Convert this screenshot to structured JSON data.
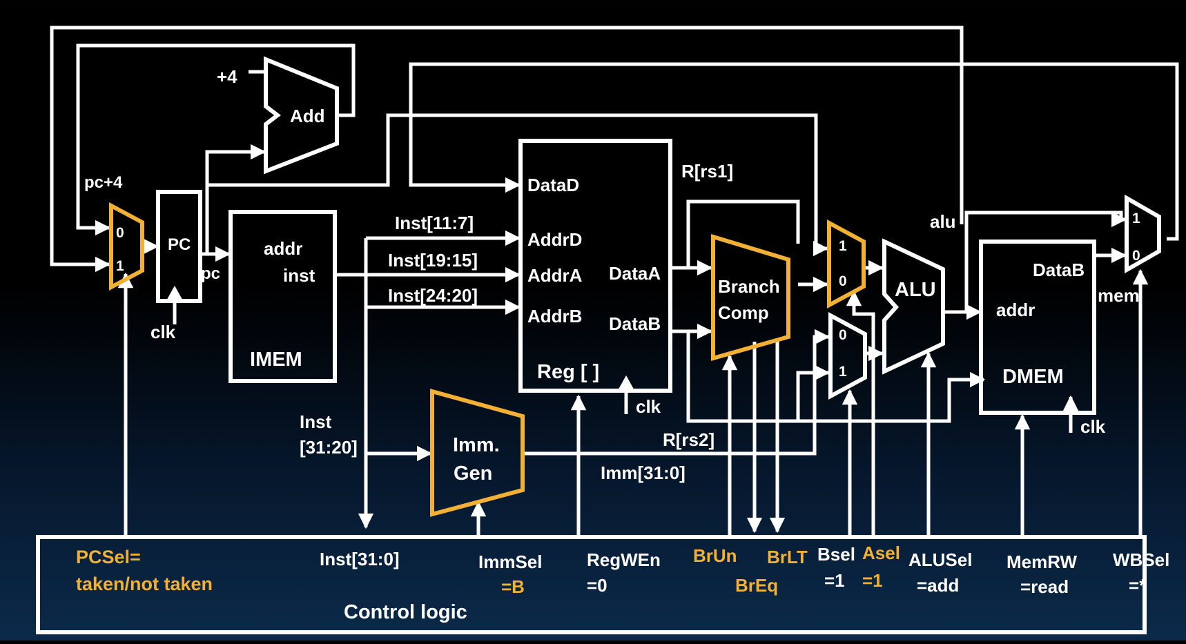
{
  "colors": {
    "wire": "#ffffff",
    "highlight": "#f2b035",
    "background": "#000000"
  },
  "blocks": {
    "add": "Add",
    "plus4": "+4",
    "pc": "PC",
    "pc_out": "pc",
    "pc_plus4": "pc+4",
    "imem_addr": "addr",
    "imem_inst": "inst",
    "imem": "IMEM",
    "regfile": "Reg [ ]",
    "data_d": "DataD",
    "addr_d": "AddrD",
    "addr_a": "AddrA",
    "addr_b": "AddrB",
    "data_a": "DataA",
    "data_b": "DataB",
    "branch1": "Branch",
    "branch2": "Comp",
    "imm1": "Imm.",
    "imm2": "Gen",
    "alu": "ALU",
    "dmem_addr": "addr",
    "dmem_datab": "DataB",
    "dmem": "DMEM",
    "clk": "clk"
  },
  "signals": {
    "inst_11_7": "Inst[11:7]",
    "inst_19_15": "Inst[19:15]",
    "inst_24_20": "Inst[24:20]",
    "inst_31_20_a": "Inst",
    "inst_31_20_b": "[31:20]",
    "r_rs1": "R[rs1]",
    "r_rs2": "R[rs2]",
    "imm_31_0": "Imm[31:0]",
    "alu": "alu",
    "mem": "mem",
    "mux_0": "0",
    "mux_1": "1"
  },
  "control": {
    "title": "Control logic",
    "pcsel_1": "PCSel=",
    "pcsel_2": "taken/not taken",
    "inst": "Inst[31:0]",
    "immsel_1": "ImmSel",
    "immsel_2": "=B",
    "regwen_1": "RegWEn",
    "regwen_2": "=0",
    "brun": "BrUn",
    "brlt": "BrLT",
    "breq": "BrEq",
    "bsel_1": "Bsel",
    "bsel_2": "=1",
    "asel_1": "Asel",
    "asel_2": "=1",
    "alusel_1": "ALUSel",
    "alusel_2": "=add",
    "memrw_1": "MemRW",
    "memrw_2": "=read",
    "wbsel_1": "WBSel",
    "wbsel_2": "=*"
  }
}
